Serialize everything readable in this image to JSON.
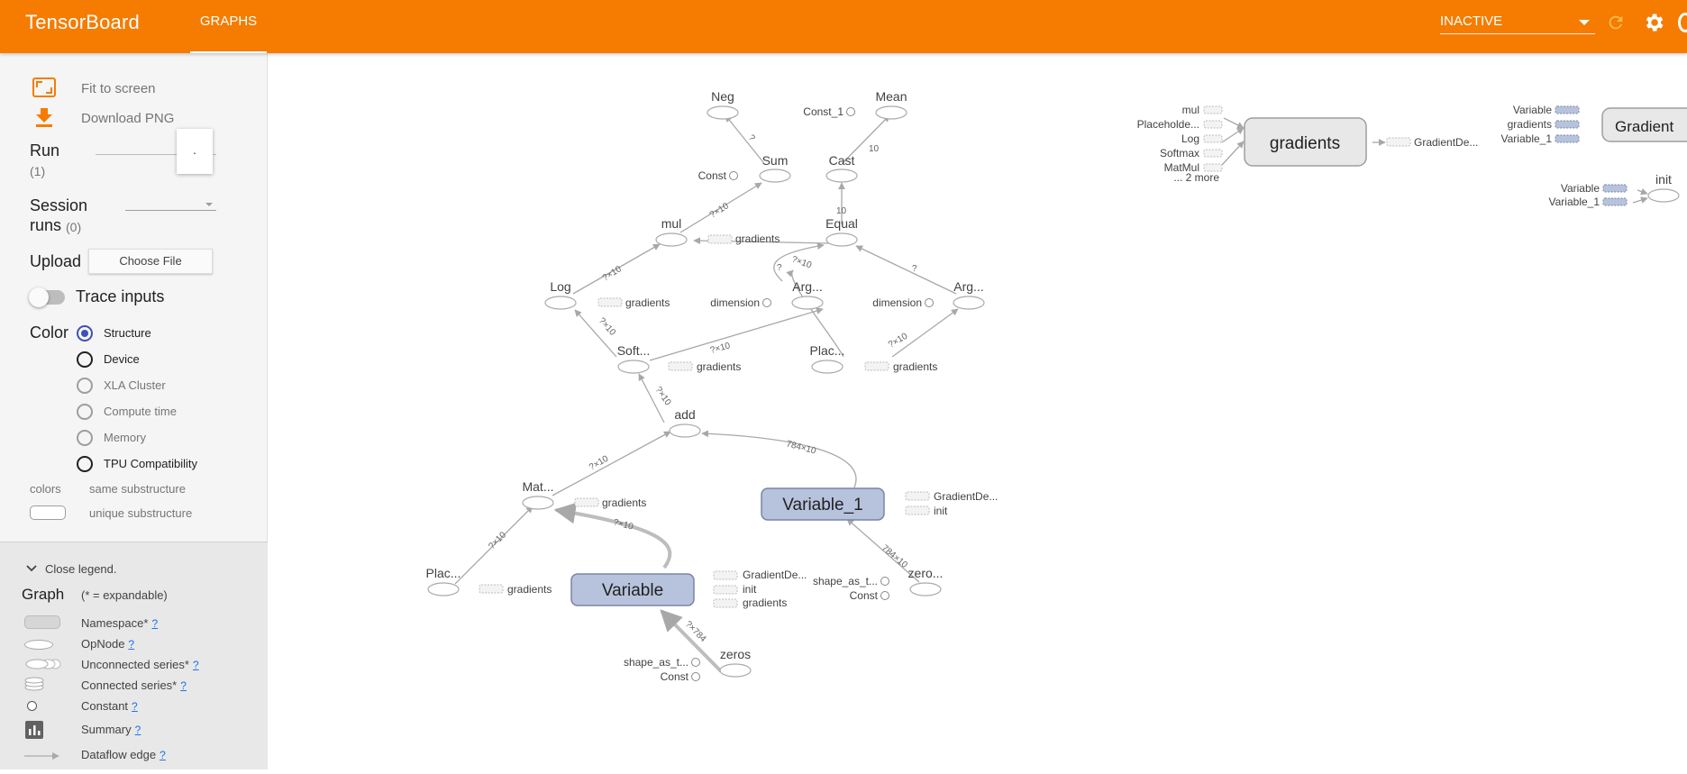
{
  "app": {
    "title": "TensorBoard",
    "tabs": [
      {
        "label": "GRAPHS"
      }
    ],
    "run_selector": {
      "value": "INACTIVE"
    }
  },
  "sidebar": {
    "fit_to_screen": "Fit to screen",
    "download_png": "Download PNG",
    "run": {
      "label": "Run",
      "count": "(1)",
      "value": "."
    },
    "session_runs": {
      "label1": "Session",
      "label2": "runs",
      "count": "(0)"
    },
    "upload": {
      "label": "Upload",
      "button": "Choose File"
    },
    "trace_inputs": {
      "label": "Trace inputs",
      "enabled": false
    },
    "color": {
      "label": "Color",
      "options": [
        {
          "label": "Structure",
          "selected": true
        },
        {
          "label": "Device",
          "selected": false
        },
        {
          "label": "XLA Cluster",
          "selected": false
        },
        {
          "label": "Compute time",
          "selected": false
        },
        {
          "label": "Memory",
          "selected": false
        },
        {
          "label": "TPU Compatibility",
          "selected": false
        }
      ]
    },
    "colors_key": "colors",
    "same_substructure": "same substructure",
    "unique_substructure": "unique substructure"
  },
  "legend": {
    "close": "Close legend.",
    "graph_title": "Graph",
    "expandable_note": "(* = expandable)",
    "items": [
      {
        "label": "Namespace*",
        "help": "?"
      },
      {
        "label": "OpNode",
        "help": "?"
      },
      {
        "label": "Unconnected series*",
        "help": "?"
      },
      {
        "label": "Connected series*",
        "help": "?"
      },
      {
        "label": "Constant",
        "help": "?"
      },
      {
        "label": "Summary",
        "help": "?"
      },
      {
        "label": "Dataflow edge",
        "help": "?"
      }
    ]
  },
  "graph": {
    "op_labels": [
      "Neg",
      "Sum",
      "Mean",
      "Cast",
      "Equal",
      "mul",
      "Log",
      "Arg...",
      "Arg...",
      "Soft...",
      "Plac...",
      "add",
      "Mat...",
      "Plac...",
      "zero...",
      "zeros"
    ],
    "namespaces": [
      "Variable",
      "Variable_1"
    ],
    "const_labels": [
      "Const_1",
      "Const",
      "dimension",
      "dimension",
      "shape_as_t...",
      "Const",
      "shape_as_t...",
      "Const"
    ],
    "aux_labels": [
      "gradients",
      "gradients",
      "gradients",
      "gradients",
      "gradients",
      "gradients",
      "GradientDe...",
      "init",
      "gradients",
      "GradientDe...",
      "init"
    ],
    "edge_labels": [
      "?",
      "?×10",
      "?×10",
      "?×10",
      "?×10",
      "?×10",
      "?×10",
      "?×10",
      "?×10",
      "?×10",
      "?×10",
      "?×784",
      "784×10",
      "784×10",
      "10",
      "10",
      "?",
      "?"
    ],
    "gradients_panel": {
      "title": "gradients",
      "inputs": [
        "mul",
        "Placeholde...",
        "Log",
        "Softmax",
        "MatMul",
        "... 2 more"
      ],
      "output": "GradientDe..."
    },
    "gradient_panel": {
      "title": "Gradient",
      "inputs": [
        "Variable",
        "gradients",
        "Variable_1"
      ]
    },
    "init_panel": {
      "title": "init",
      "inputs": [
        "Variable",
        "Variable_1"
      ]
    }
  }
}
